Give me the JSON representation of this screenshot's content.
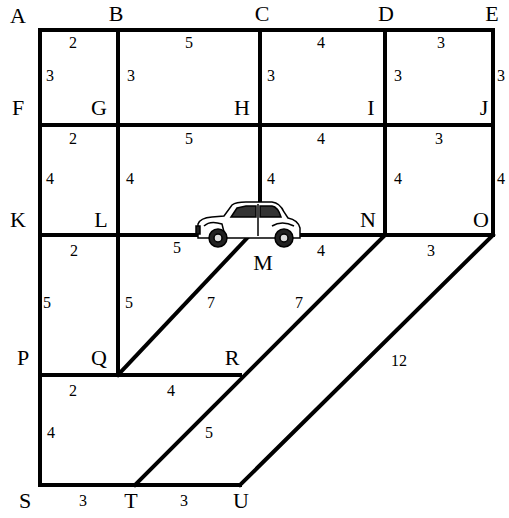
{
  "diagram": {
    "labels": [
      "A",
      "B",
      "C",
      "D",
      "E",
      "2",
      "5",
      "4",
      "3",
      "3",
      "3",
      "3",
      "3",
      "3",
      "F",
      "G",
      "H",
      "I",
      "J",
      "2",
      "5",
      "4",
      "3",
      "4",
      "4",
      "4",
      "4",
      "4",
      "K",
      "L",
      "N",
      "O",
      "2",
      "5",
      "M",
      "4",
      "3",
      "5",
      "5",
      "7",
      "7",
      "P",
      "Q",
      "R",
      "12",
      "2",
      "4",
      "4",
      "5",
      "S",
      "3",
      "T",
      "3",
      "U"
    ]
  }
}
